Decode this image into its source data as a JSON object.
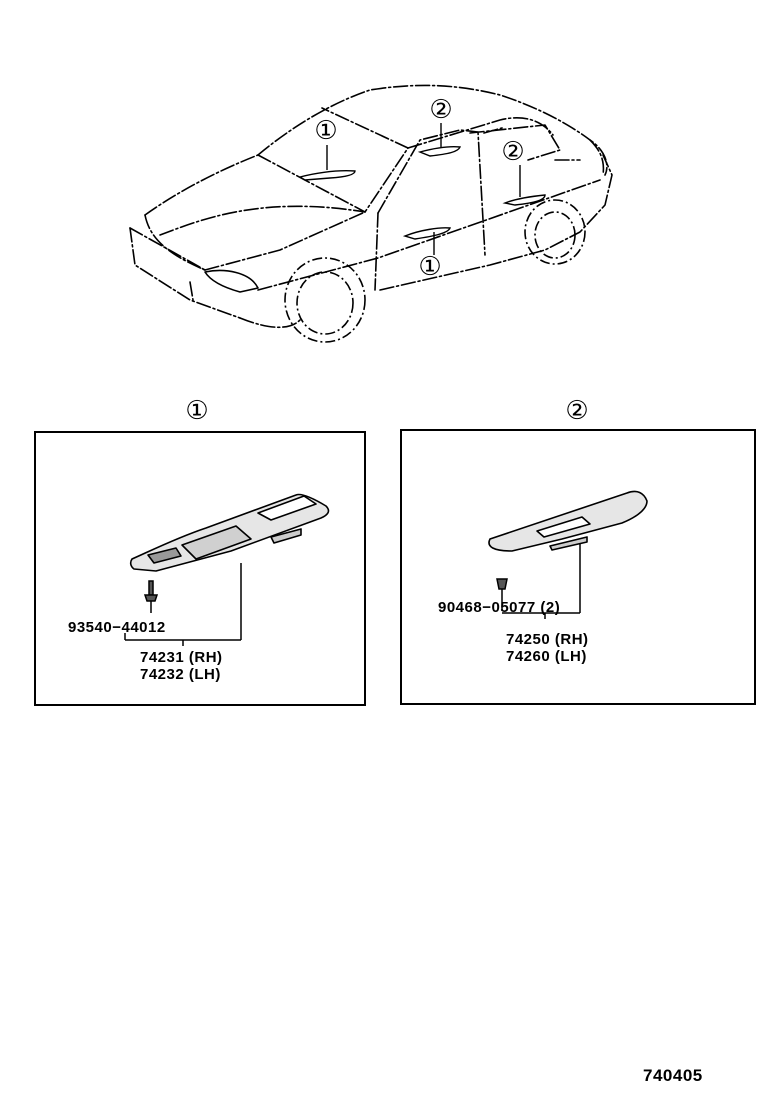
{
  "overview": {
    "callouts": [
      {
        "id": "1",
        "glyph": "①",
        "location": "dashboard/instrument-panel area"
      },
      {
        "id": "2",
        "glyph": "②",
        "location": "front door upper"
      },
      {
        "id": "2",
        "glyph": "②",
        "location": "rear door"
      },
      {
        "id": "1",
        "glyph": "①",
        "location": "front door lower"
      }
    ]
  },
  "panels": [
    {
      "header": "①",
      "parts": [
        {
          "number": "93540-44012",
          "label": "93540−44012"
        }
      ],
      "assembly": [
        {
          "number": "74231",
          "side": "(RH)",
          "label": "74231 (RH)"
        },
        {
          "number": "74232",
          "side": "(LH)",
          "label": "74232 (LH)"
        }
      ]
    },
    {
      "header": "②",
      "parts": [
        {
          "number": "90468-05077",
          "qty": "(2)",
          "label": "90468−05077 (2)"
        }
      ],
      "assembly": [
        {
          "number": "74250",
          "side": "(RH)",
          "label": "74250 (RH)"
        },
        {
          "number": "74260",
          "side": "(LH)",
          "label": "74260 (LH)"
        }
      ]
    }
  ],
  "footer": {
    "diagram_id": "740405"
  },
  "colors": {
    "line": "#000000",
    "background": "#ffffff",
    "part_fill": "#e6e6e6"
  }
}
